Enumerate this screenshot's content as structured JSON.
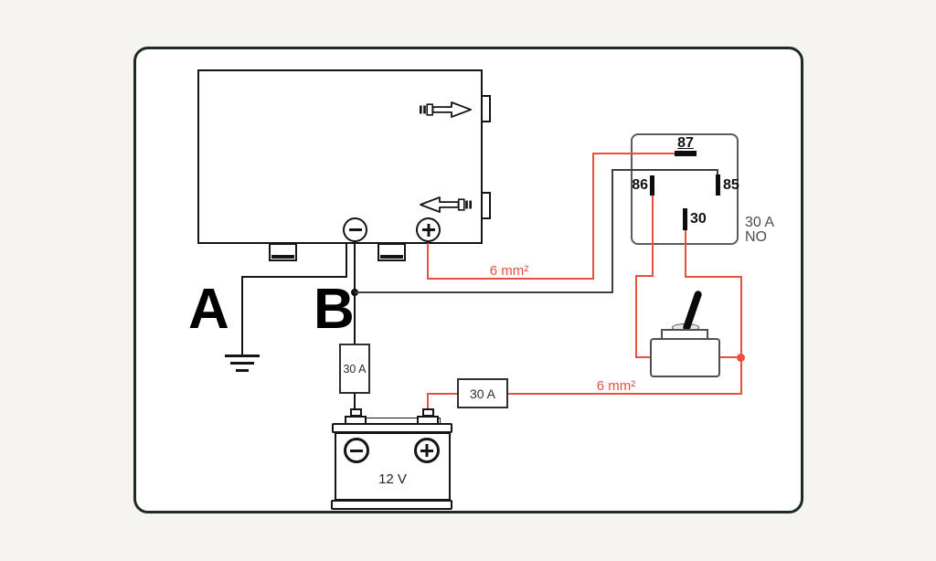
{
  "device": {
    "minus_symbol": "−",
    "plus_symbol": "+",
    "output_icon": "arrow-right",
    "input_icon": "arrow-left"
  },
  "wire_labels": {
    "a": "A",
    "b": "B",
    "gauge_top": "6 mm²",
    "gauge_bottom": "6 mm²"
  },
  "relay": {
    "pin_87": "87",
    "pin_86": "86",
    "pin_85": "85",
    "pin_30": "30",
    "rating": "30 A",
    "contact_type": "NO"
  },
  "fuses": {
    "negative_fuse": "30 A",
    "positive_fuse": "30 A"
  },
  "battery": {
    "voltage": "12 V",
    "minus_symbol": "−",
    "plus_symbol": "+"
  },
  "colors": {
    "wire_red": "#ed4f3f",
    "wire_dark": "#3f3f3f",
    "line_black": "#141414",
    "component_gray": "#5b5b5b",
    "label_gray": "#4d4d4d",
    "card_border": "#1c2b24",
    "background": "#f5f4f1"
  }
}
